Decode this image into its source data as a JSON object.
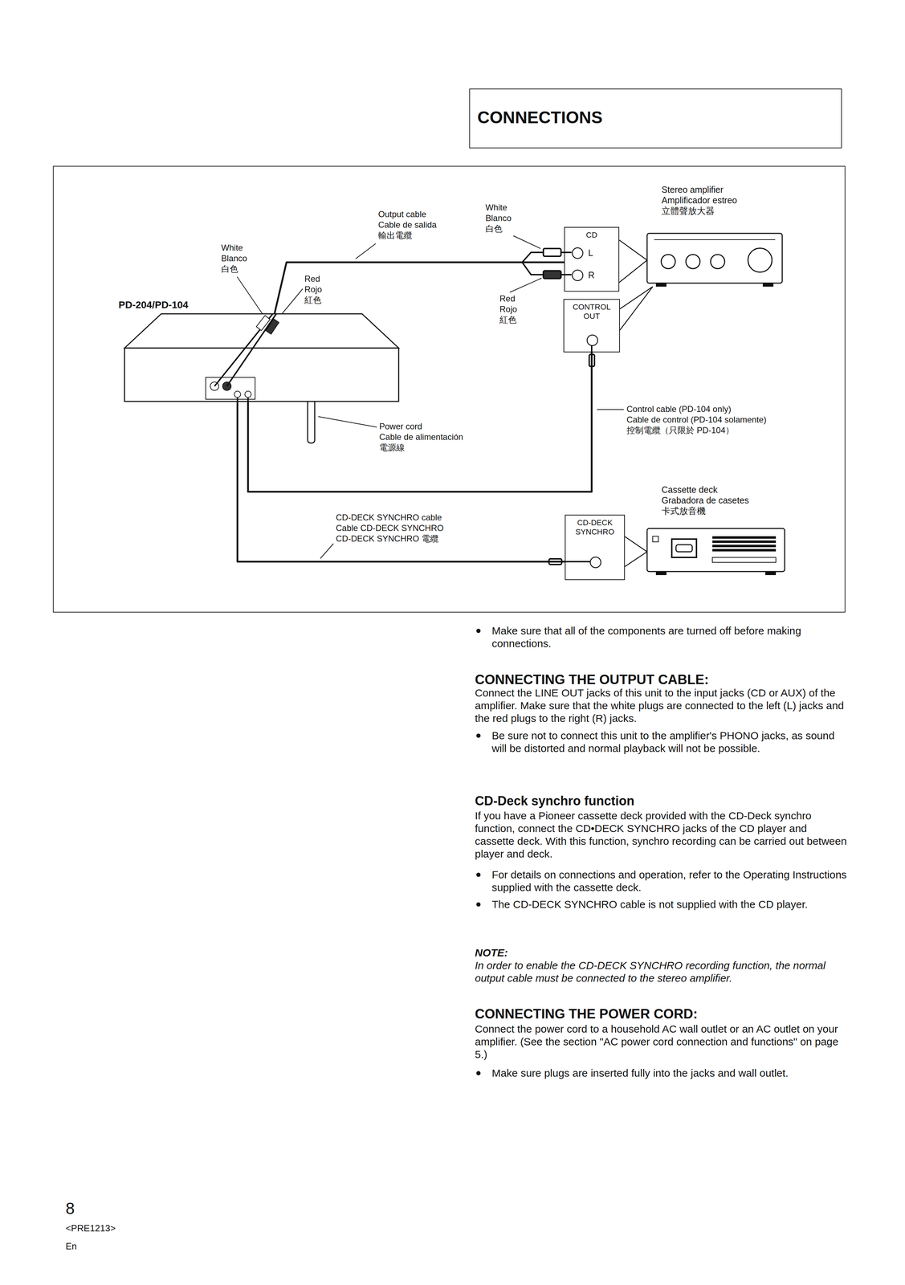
{
  "diagram": {
    "title": "CONNECTIONS",
    "nodes": [
      {
        "text": [
          "PD-204/PD-104"
        ]
      },
      {
        "text": [
          "Stereo amplifier",
          "Amplificador estreo",
          "立體聲放大器"
        ]
      },
      {
        "text": [
          "CD",
          "L",
          "R"
        ]
      },
      {
        "text": [
          "CONTROL OUT"
        ]
      },
      {
        "text": [
          "Cassette deck",
          "Grabadora de casetes",
          "卡式放音機"
        ]
      },
      {
        "text": [
          "CD-DECK SYNCHRO"
        ]
      }
    ],
    "edges": [
      {
        "from": 0,
        "to": 2,
        "arrow": "none"
      },
      {
        "from": 0,
        "to": 3,
        "arrow": "none"
      },
      {
        "from": 0,
        "to": 5,
        "arrow": "none"
      }
    ],
    "labels": [
      "White",
      "Blanco",
      "白色",
      "Red",
      "Rojo",
      "紅色",
      "Output cable",
      "Cable de salida",
      "輸出電纜",
      "White",
      "Blanco",
      "白色",
      "Red",
      "Rojo",
      "紅色",
      "Power cord",
      "Cable de alimentación",
      "電源線",
      "Control cable (PD-104 only)",
      "Cable de control (PD-104 solamente)",
      "控制電纜（只限於 PD-104）",
      "CD-DECK SYNCHRO cable",
      "Cable CD-DECK SYNCHRO",
      "CD-DECK SYNCHRO 電纜",
      "Make sure that all of the components are turned off before making connections.",
      "CONNECTING THE OUTPUT CABLE:",
      "Connect the LINE OUT jacks of this unit to the input jacks (CD or AUX) of the amplifier. Make sure that the white plugs are connected to the left (L) jacks and the red plugs to the right (R) jacks.",
      "Be sure not to connect this unit to the amplifier's PHONO jacks, as sound will be distorted and normal playback will not be possible.",
      "CD-Deck synchro function",
      "If you have a Pioneer cassette deck provided with the CD-Deck synchro function, connect the CD•DECK SYNCHRO jacks of the CD player and cassette deck. With this function, synchro recording can be carried out between player and deck.",
      "For details on connections and operation, refer to the Operating Instructions supplied with the cassette deck.",
      "The CD-DECK SYNCHRO cable is not supplied with the CD player.",
      "NOTE:",
      "In order to enable the CD-DECK SYNCHRO recording function, the normal output cable must be connected to the stereo amplifier.",
      "CONNECTING THE POWER CORD:",
      "Connect the power cord to a household AC wall outlet or an AC outlet on your amplifier. (See the section \"AC power cord connection and functions\" on page 5.)",
      "Make sure plugs are inserted fully into the jacks and wall outlet.",
      "8",
      "<PRE1213>",
      "En"
    ]
  }
}
